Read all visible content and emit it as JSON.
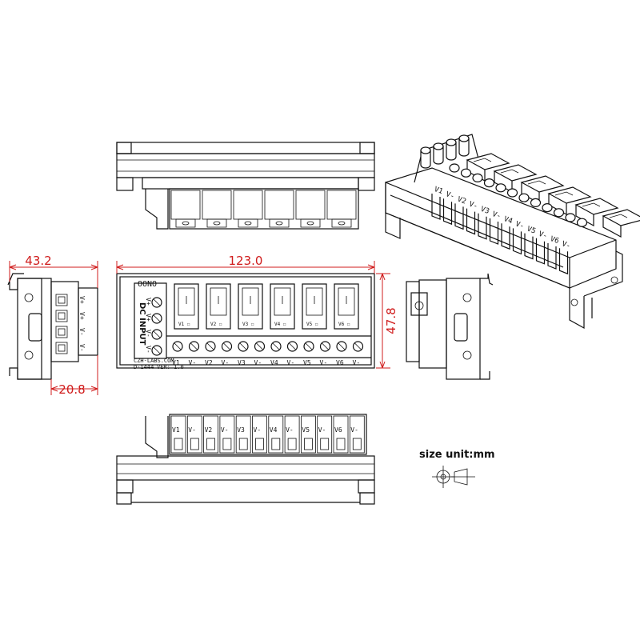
{
  "dimensions": {
    "length": "123.0",
    "width": "43.2",
    "depth": "20.8",
    "height": "47.8"
  },
  "board": {
    "brand": "CZH-LABS.COM",
    "part": "D-1444",
    "version": "VER: 1.0",
    "input_label": "DC INPUT",
    "input_terminals": [
      "V+",
      "V+",
      "V-",
      "V-"
    ],
    "channels": [
      "V1",
      "V2",
      "V3",
      "V4",
      "V5",
      "V6"
    ],
    "switch_labels": [
      "V1 ☐",
      "V2 ☐",
      "V3 ☐",
      "V4 ☐",
      "V5 ☐",
      "V6 ☐"
    ],
    "output_terminals": [
      "V1",
      "V-",
      "V2",
      "V-",
      "V3",
      "V-",
      "V4",
      "V-",
      "V5",
      "V-",
      "V6",
      "V-"
    ]
  },
  "legend": {
    "unit_label": "size unit:mm"
  },
  "icons": [
    "first-angle-projection-icon",
    "rocker-switch-icon",
    "screw-icon",
    "din-clip-icon"
  ],
  "colors": {
    "line": "#111111",
    "dimension": "#d01c1c",
    "background": "#ffffff"
  }
}
